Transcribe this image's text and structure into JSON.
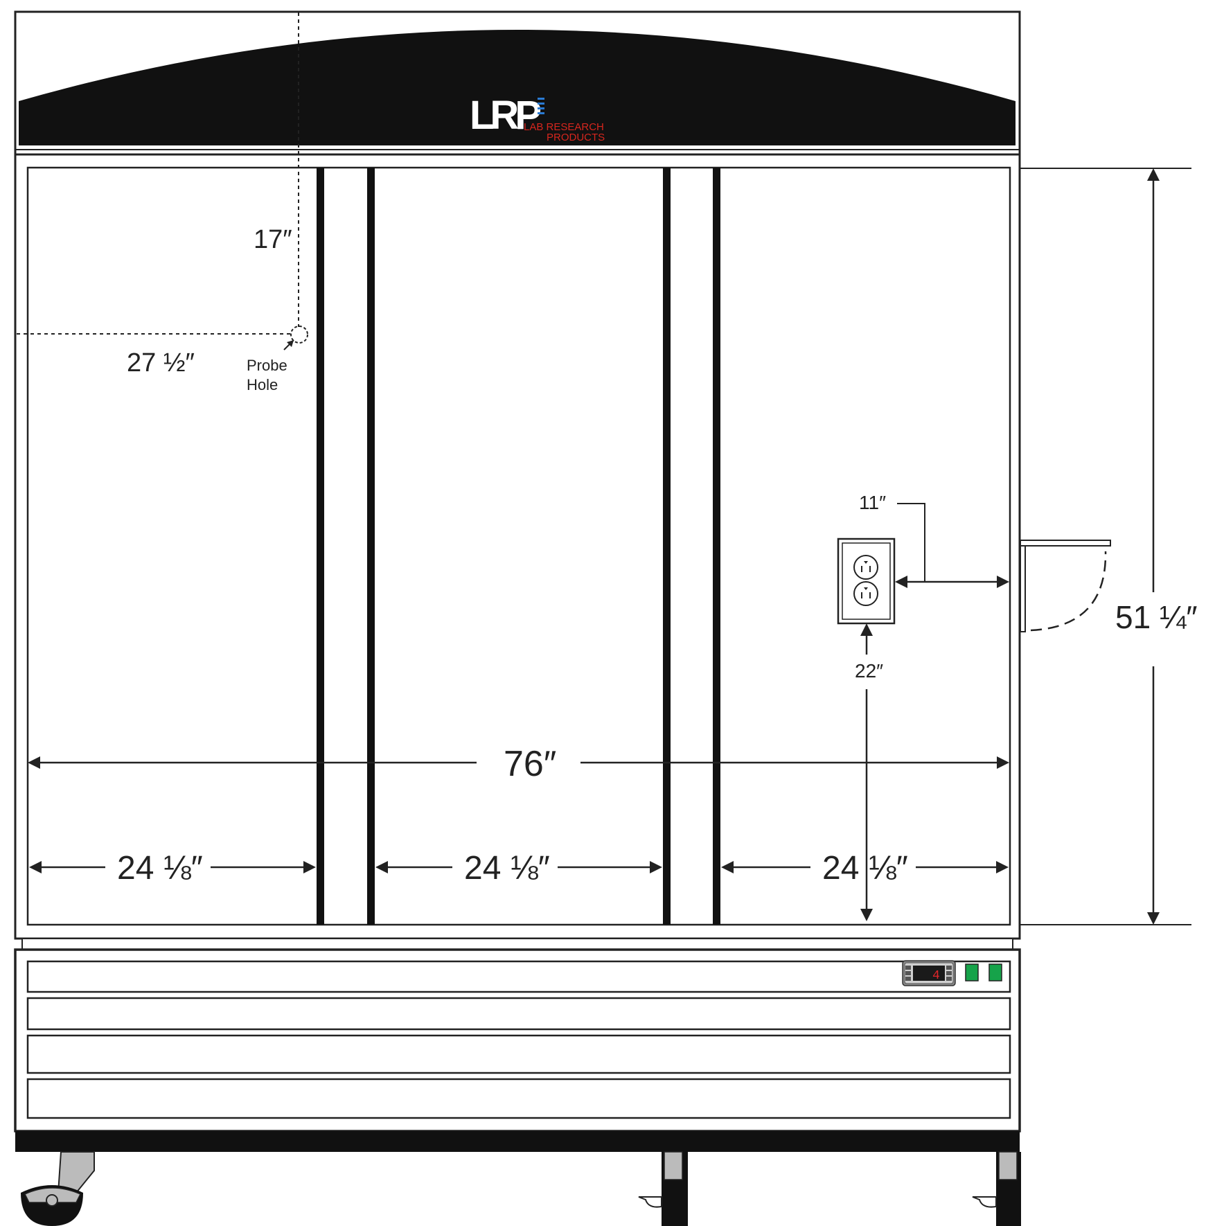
{
  "brand": {
    "logo_letters": "LRP",
    "line1": "LAB RESEARCH",
    "line2": "PRODUCTS",
    "logo_color": "#ffffff",
    "accent_color": "#d7261e",
    "stripe_color": "#2a7bd4"
  },
  "dimensions": {
    "probe_vertical": "17″",
    "probe_horizontal": "27 ½″",
    "probe_label_line1": "Probe",
    "probe_label_line2": "Hole",
    "outlet_side": "11″",
    "outlet_height": "22″",
    "overall_width": "76″",
    "door_left": "24 ⅛″",
    "door_middle": "24 ⅛″",
    "door_right": "24 ⅛″",
    "door_height": "51 ¼″"
  },
  "controller": {
    "display_value": "4",
    "display_color": "#e0262a",
    "indicator_color": "#16a34a"
  },
  "colors": {
    "cabinet_top": "#111111",
    "line": "#222222"
  }
}
